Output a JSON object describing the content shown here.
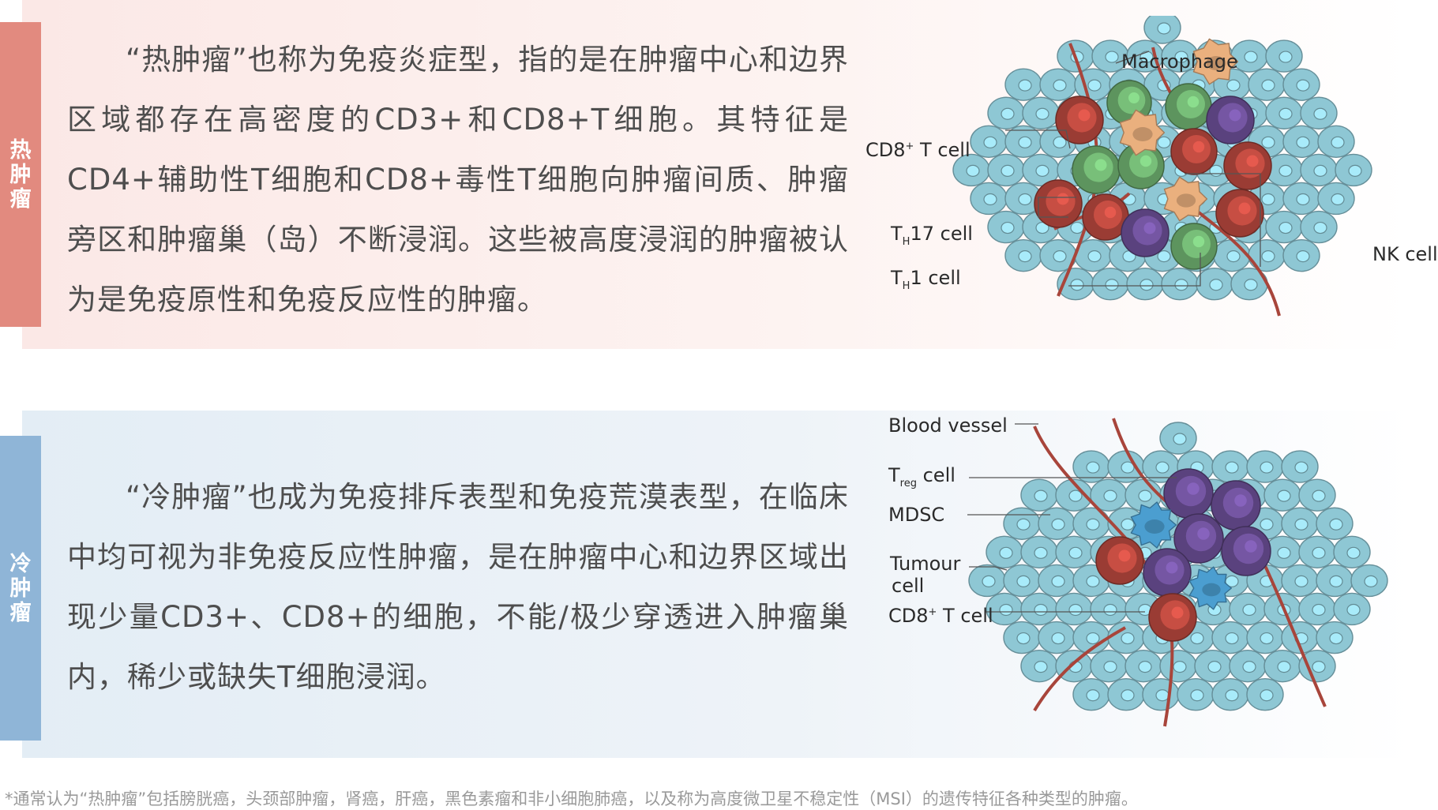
{
  "colors": {
    "hot_tab": "#e28a7f",
    "cold_tab": "#8fb5d7",
    "tumour_cell": "#8ec7d4",
    "vessel": "#a8453b",
    "cd8_t_cell": "#b5473d",
    "th1_cell": "#6dae6e",
    "macrophage": "#eab07e",
    "treg_cell": "#6a4e94",
    "mdsc": "#4b9ed0"
  },
  "hot": {
    "tab_chars": [
      "热",
      "肿",
      "瘤"
    ],
    "paragraph": "“热肿瘤”也称为免疫炎症型，指的是在肿瘤中心和边界区域都存在高密度的CD3+和CD8+T细胞。其特征是CD4+辅助性T细胞和CD8+毒性T细胞向肿瘤间质、肿瘤旁区和肿瘤巢（岛）不断浸润。这些被高度浸润的肿瘤被认为是免疫原性和免疫反应性的肿瘤。",
    "labels": {
      "macrophage": "Macrophage",
      "cd8_prefix": "CD8",
      "cd8_sup": "+",
      "cd8_suffix": " T cell",
      "th17_t": "T",
      "th17_sub": "H",
      "th17_rest": "17 cell",
      "th1_t": "T",
      "th1_sub": "H",
      "th1_rest": "1 cell",
      "nk": "NK cell"
    }
  },
  "cold": {
    "tab_chars": [
      "冷",
      "肿",
      "瘤"
    ],
    "paragraph": "“冷肿瘤”也成为免疫排斥表型和免疫荒漠表型，在临床中均可视为非免疫反应性肿瘤，是在肿瘤中心和边界区域出现少量CD3+、CD8+的细胞，不能/极少穿透进入肿瘤巢内，稀少或缺失T细胞浸润。",
    "labels": {
      "blood_vessel": "Blood vessel",
      "treg_t": "T",
      "treg_sub": "reg",
      "treg_rest": " cell",
      "mdsc": "MDSC",
      "tumour_line1": "Tumour",
      "tumour_line2": "cell",
      "cd8_prefix": "CD8",
      "cd8_sup": "+",
      "cd8_suffix": " T cell"
    }
  },
  "footnote": "*通常认为“热肿瘤”包括膀胱癌，头颈部肿瘤，肾癌，肝癌，黑色素瘤和非小细胞肺癌，以及称为高度微卫星不稳定性（MSI）的遗传特征各种类型的肿瘤。"
}
